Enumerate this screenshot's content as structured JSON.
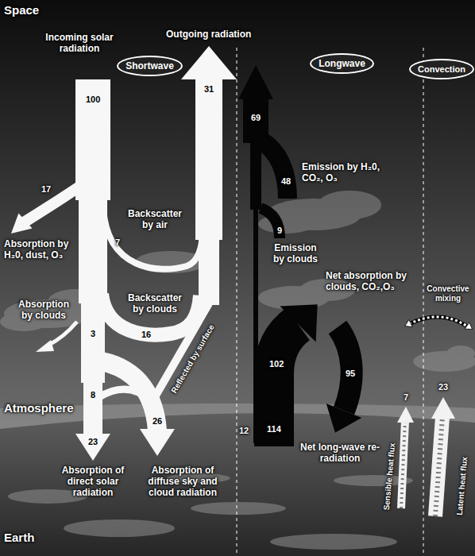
{
  "diagram": {
    "nodes": [
      {
        "text": [
          "Shortwave"
        ]
      },
      {
        "text": [
          "Longwave"
        ]
      },
      {
        "text": [
          "Convection"
        ]
      }
    ],
    "labels": [
      "Space",
      "Incoming solar radiation",
      "Outgoing radiation",
      "100",
      "31",
      "17",
      "7",
      "Backscatter by air",
      "Absorption by H₂0, dust, O₃",
      "16",
      "Backscatter by clouds",
      "Absorption by clouds",
      "3",
      "Reflected by surface",
      "8",
      "Atmosphere",
      "23",
      "26",
      "Absorption of direct solar radiation",
      "Absorption of diffuse sky and cloud radiation",
      "Earth",
      "69",
      "48",
      "Emission by H₂0, CO₂, O₃",
      "9",
      "Emission by clouds",
      "102",
      "Net absorption by clouds, CO₂,O₃",
      "12",
      "114",
      "95",
      "Net long-wave re-radiation",
      "Convective mixing",
      "7",
      "23",
      "Sensible heat flux",
      "Latent heat flux"
    ]
  }
}
